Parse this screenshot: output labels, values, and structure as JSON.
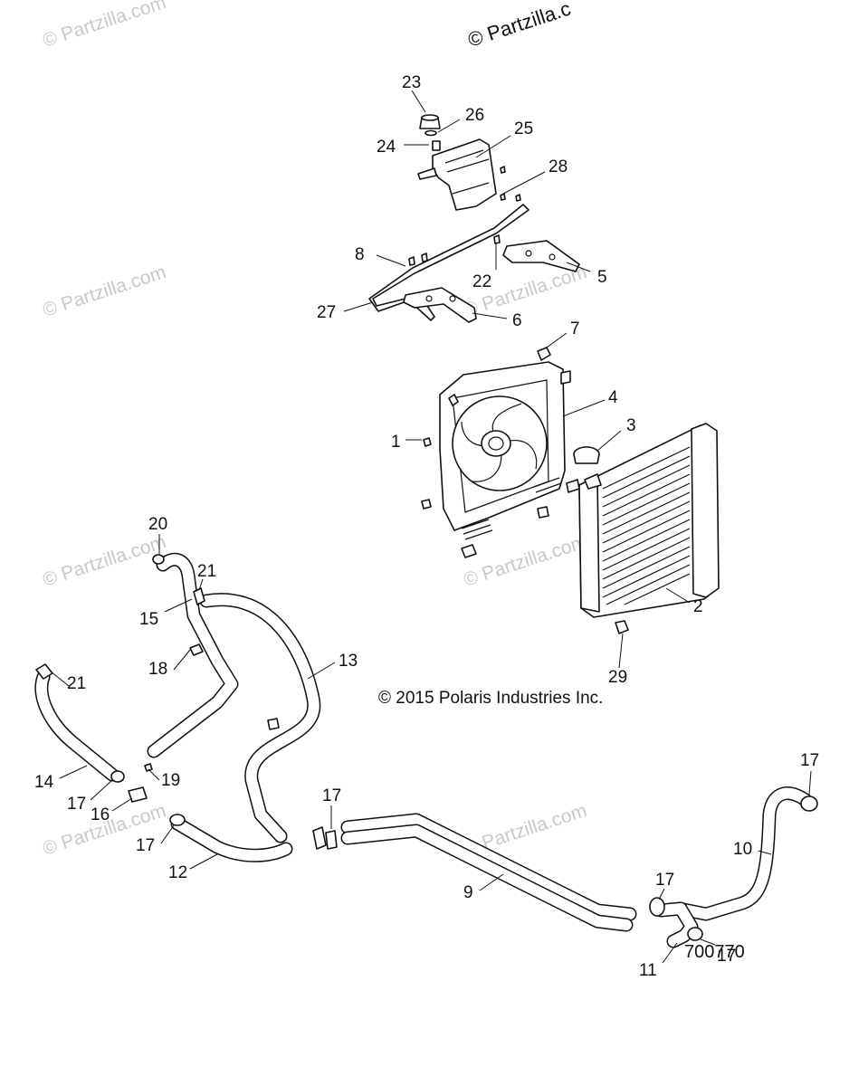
{
  "watermark": "© Partzilla.com",
  "top_watermark": "© Partzilla.c",
  "copyright": "© 2015 Polaris Industries Inc.",
  "document_number": "700770",
  "callouts": {
    "c1": "1",
    "c2": "2",
    "c3": "3",
    "c4": "4",
    "c5": "5",
    "c6": "6",
    "c7": "7",
    "c8": "8",
    "c9": "9",
    "c10": "10",
    "c11": "11",
    "c12": "12",
    "c13": "13",
    "c14": "14",
    "c15": "15",
    "c16": "16",
    "c17a": "17",
    "c17b": "17",
    "c17c": "17",
    "c17d": "17",
    "c17e": "17",
    "c17f": "17",
    "c18": "18",
    "c19": "19",
    "c20": "20",
    "c21a": "21",
    "c21b": "21",
    "c22": "22",
    "c23": "23",
    "c24": "24",
    "c25": "25",
    "c26": "26",
    "c27": "27",
    "c28": "28",
    "c29": "29"
  }
}
